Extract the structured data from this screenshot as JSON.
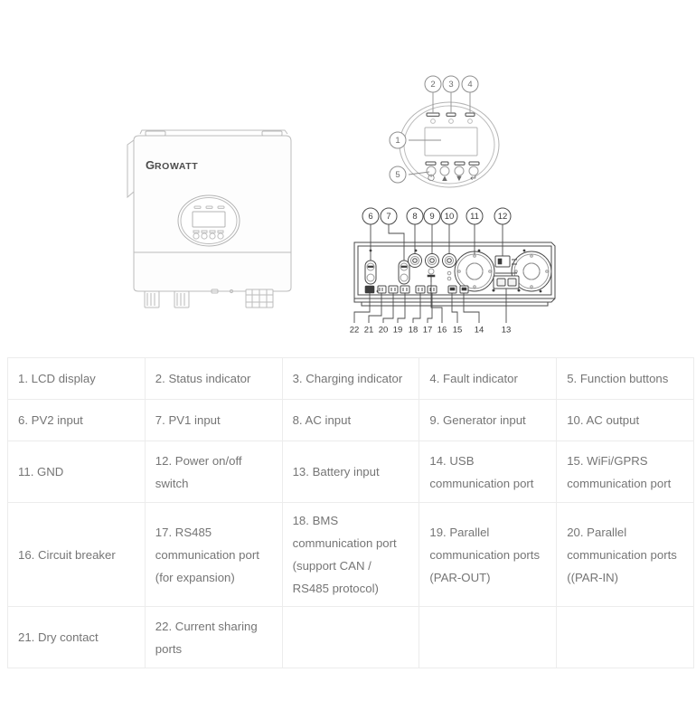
{
  "diagram": {
    "brand": {
      "initial": "G",
      "rest": "ROWATT"
    },
    "front_view": {
      "name": "inverter-front-view"
    },
    "lcd_detail": {
      "name": "lcd-panel-detail",
      "callouts": [
        {
          "id": "1",
          "label": "1"
        },
        {
          "id": "2",
          "label": "2"
        },
        {
          "id": "3",
          "label": "3"
        },
        {
          "id": "4",
          "label": "4"
        },
        {
          "id": "5",
          "label": "5"
        }
      ]
    },
    "bottom_panel": {
      "name": "bottom-connection-panel-detail",
      "callouts_top": [
        "6",
        "7",
        "8",
        "9",
        "10",
        "11",
        "12"
      ],
      "callouts_bottom": [
        "22",
        "21",
        "20",
        "19",
        "18",
        "17",
        "16",
        "15",
        "14",
        "13"
      ]
    }
  },
  "legend": {
    "rows": [
      [
        "1. LCD display",
        "2. Status indicator",
        "3. Charging indicator",
        "4. Fault indicator",
        "5. Function buttons"
      ],
      [
        "6. PV2 input",
        "7. PV1 input",
        "8. AC input",
        "9. Generator input",
        "10. AC output"
      ],
      [
        "11. GND",
        "12. Power on/off switch",
        "13. Battery input",
        "14. USB communication port",
        "15. WiFi/GPRS communication port"
      ],
      [
        "16. Circuit breaker",
        "17. RS485 communication port (for expansion)",
        "18. BMS communication port (support CAN / RS485 protocol)",
        "19. Parallel communication ports (PAR-OUT)",
        "20. Parallel communication ports ((PAR-IN)"
      ],
      [
        "21. Dry contact",
        "22. Current sharing ports",
        "",
        "",
        ""
      ]
    ]
  }
}
